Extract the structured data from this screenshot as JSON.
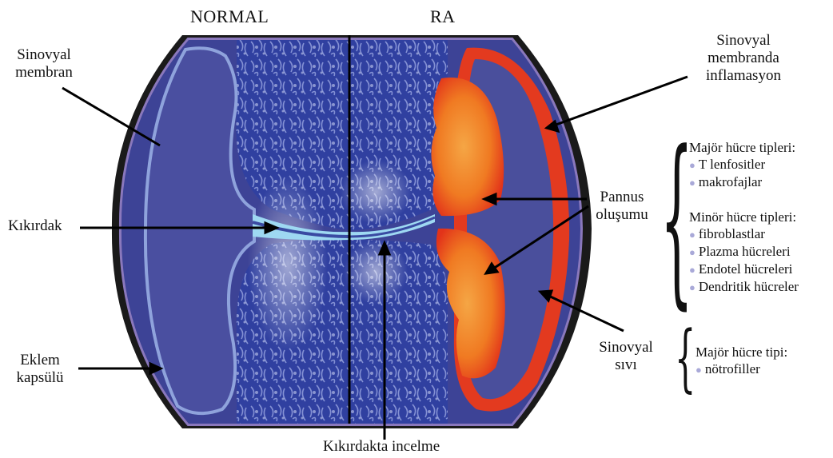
{
  "headers": {
    "normal": "NORMAL",
    "ra": "RA"
  },
  "labels": {
    "sinovyal_membran": [
      "Sinovyal",
      "membran"
    ],
    "kikirdak": "Kıkırdak",
    "eklem_kapsulu": [
      "Eklem",
      "kapsülü"
    ],
    "kikirdakta_incelme": "Kıkırdakta incelme",
    "membran_inflamasyon": [
      "Sinovyal",
      "membranda",
      "inflamasyon"
    ],
    "pannus": [
      "Pannus",
      "oluşumu"
    ],
    "sinovyal_sivi": [
      "Sinovyal",
      "sıvı"
    ]
  },
  "cell_types": {
    "major_title": "Majör hücre tipleri:",
    "major_items": [
      "T lenfositler",
      "makrofajlar"
    ],
    "minor_title": "Minör hücre tipleri:",
    "minor_items": [
      "fibroblastlar",
      "Plazma hücreleri",
      "Endotel hücreleri",
      "Dendritik hücreler"
    ],
    "fluid_title": "Majör hücre tipi:",
    "fluid_items": [
      "nötrofiller"
    ]
  },
  "colors": {
    "capsule_outer": "#111111",
    "capsule_ring": "#8878b8",
    "synovial_fluid": "#4a4f9c",
    "bone": "#3a48a8",
    "cartilage": "#8fd0ee",
    "pannus": "#f08a2a",
    "inflamed_membrane": "#e43a1e"
  }
}
